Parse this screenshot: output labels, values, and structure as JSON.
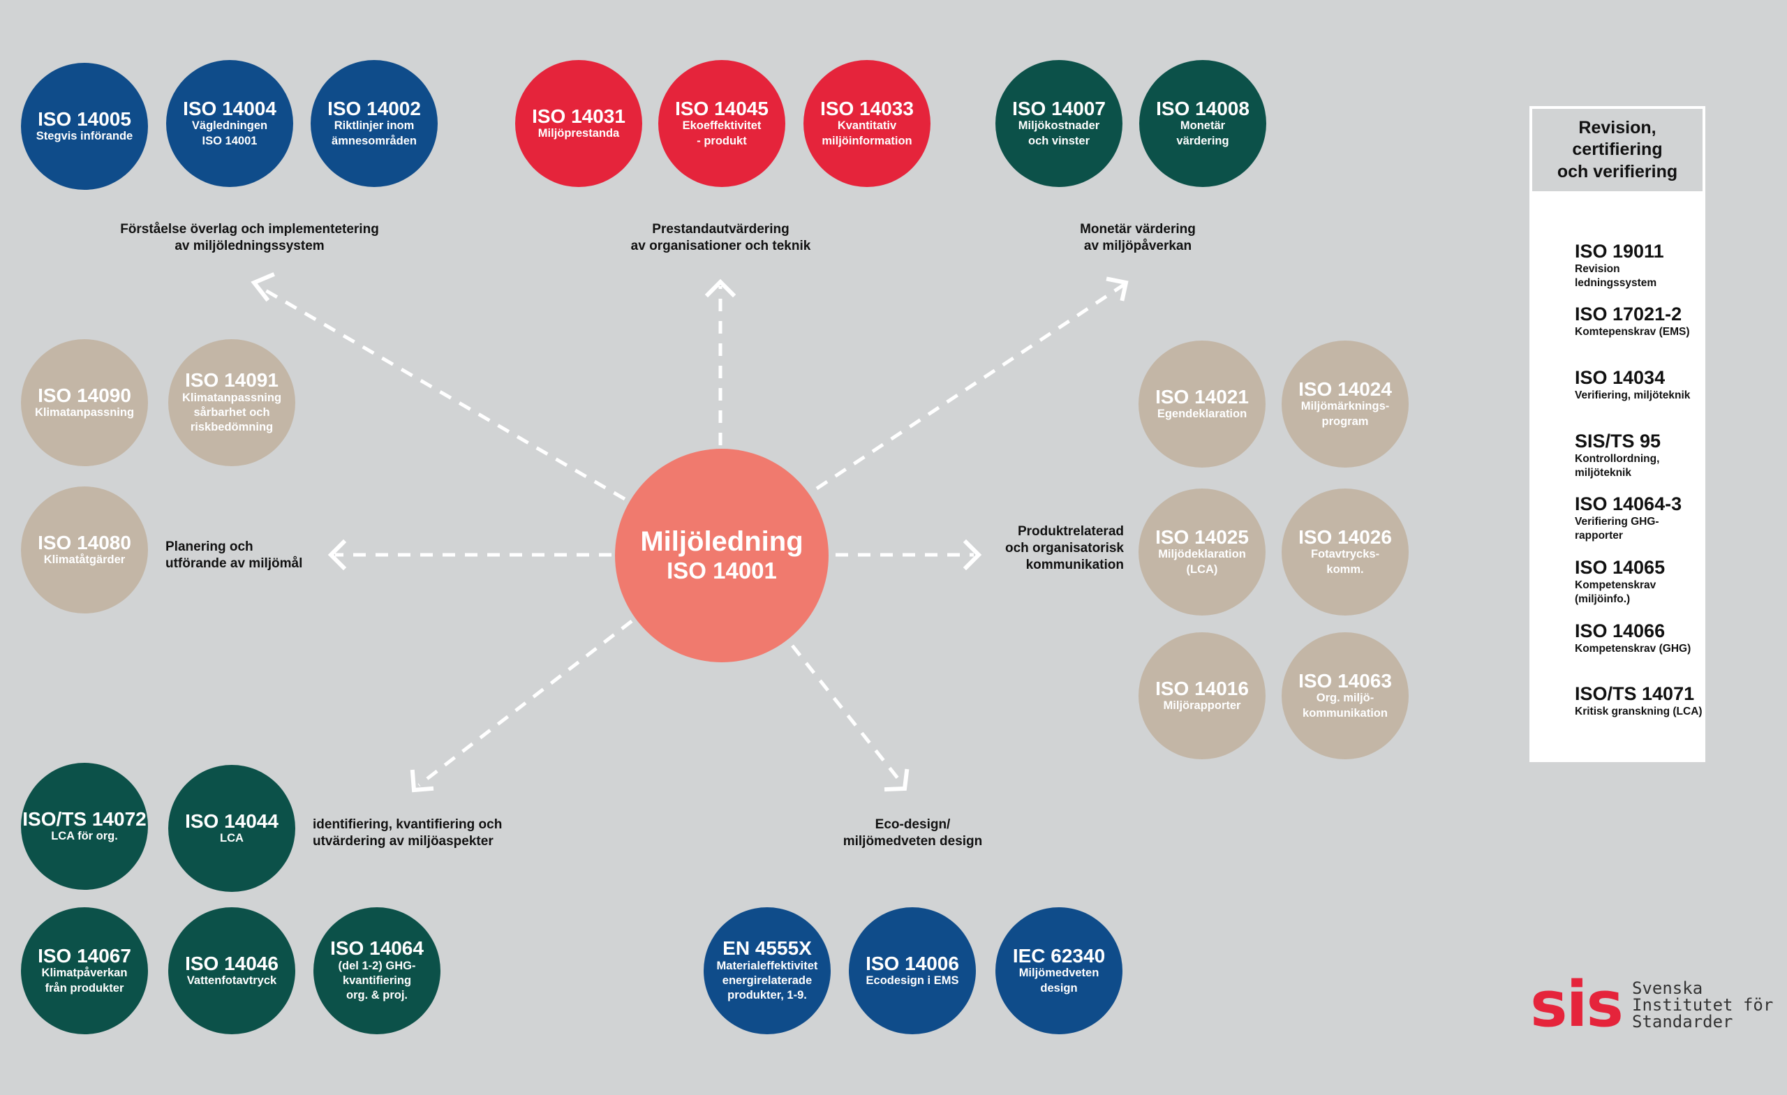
{
  "center": {
    "title": "Miljöledning",
    "subtitle": "ISO 14001"
  },
  "colors": {
    "blue": "#0f4c8a",
    "red": "#e5243b",
    "dark_green": "#0c5149",
    "tan": "#c3b6a6",
    "center": "#f07a6e",
    "background": "#d1d3d4",
    "logo": "#e5243b"
  },
  "groups": {
    "implementation": {
      "label": "Förståelse överlag  och implementetering\nav miljöledningssystem",
      "items": [
        {
          "code": "ISO 14005",
          "desc": "Stegvis införande"
        },
        {
          "code": "ISO 14004",
          "desc": "Vägledningen\nISO 14001"
        },
        {
          "code": "ISO 14002",
          "desc": "Riktlinjer inom\nämnesområden"
        }
      ]
    },
    "performance": {
      "label": "Prestandautvärdering\nav organisationer och teknik",
      "items": [
        {
          "code": "ISO 14031",
          "desc": "Miljöprestanda"
        },
        {
          "code": "ISO 14045",
          "desc": "Ekoeffektivitet\n- produkt"
        },
        {
          "code": "ISO 14033",
          "desc": "Kvantitativ\nmiljöinformation"
        }
      ]
    },
    "monetary": {
      "label": "Monetär värdering\nav miljöpåverkan",
      "items": [
        {
          "code": "ISO 14007",
          "desc": "Miljökostnader\noch vinster"
        },
        {
          "code": "ISO 14008",
          "desc": "Monetär\nvärdering"
        }
      ]
    },
    "climate": {
      "items": [
        {
          "code": "ISO 14090",
          "desc": "Klimatanpassning"
        },
        {
          "code": "ISO 14091",
          "desc": "Klimatanpassning\nsårbarhet och\nriskbedömning"
        }
      ]
    },
    "planning": {
      "label": "Planering och\nutförande av miljömål",
      "items": [
        {
          "code": "ISO 14080",
          "desc": "Klimatåtgärder"
        }
      ]
    },
    "product_comm": {
      "label": "Produktrelaterad\noch organisatorisk\nkommunikation",
      "items": [
        {
          "code": "ISO 14021",
          "desc": "Egendeklaration"
        },
        {
          "code": "ISO 14024",
          "desc": "Miljömärknings-\nprogram"
        },
        {
          "code": "ISO 14025",
          "desc": "Miljödeklaration\n(LCA)"
        },
        {
          "code": "ISO 14026",
          "desc": "Fotavtrycks-\nkomm."
        },
        {
          "code": "ISO 14016",
          "desc": "Miljörapporter"
        },
        {
          "code": "ISO 14063",
          "desc": "Org. miljö-\nkommunikation"
        }
      ]
    },
    "aspects": {
      "label": "identifiering, kvantifiering och\nutvärdering av miljöaspekter",
      "items": [
        {
          "code": "ISO/TS 14072",
          "desc": "LCA för org."
        },
        {
          "code": "ISO 14044",
          "desc": "LCA"
        },
        {
          "code": "ISO 14067",
          "desc": "Klimatpåverkan\nfrån produkter"
        },
        {
          "code": "ISO 14046",
          "desc": "Vattenfotavtryck"
        },
        {
          "code": "ISO 14064",
          "desc": "(del 1-2) GHG-\nkvantifiering\norg. & proj."
        }
      ]
    },
    "ecodesign": {
      "label": "Eco-design/\nmiljömedveten design",
      "items": [
        {
          "code": "EN 4555X",
          "desc": "Materialeffektivitet\nenergirelaterade\nprodukter, 1-9."
        },
        {
          "code": "ISO 14006",
          "desc": "Ecodesign i EMS"
        },
        {
          "code": "IEC 62340",
          "desc": "Miljömedveten\ndesign"
        }
      ]
    }
  },
  "revision": {
    "title": "Revision, certifiering\noch verifiering",
    "items": [
      {
        "code": "ISO 19011",
        "desc": "Revision ledningssystem"
      },
      {
        "code": "ISO 17021-2",
        "desc": "Komtepenskrav (EMS)"
      },
      {
        "code": "ISO 14034",
        "desc": "Verifiering, miljöteknik"
      },
      {
        "code": "SIS/TS 95",
        "desc": "Kontrollordning, miljöteknik"
      },
      {
        "code": "ISO 14064-3",
        "desc": "Verifiering GHG-rapporter"
      },
      {
        "code": "ISO 14065",
        "desc": "Kompetenskrav (miljöinfo.)"
      },
      {
        "code": "ISO 14066",
        "desc": "Kompetenskrav (GHG)"
      },
      {
        "code": "ISO/TS 14071",
        "desc": "Kritisk granskning (LCA)"
      }
    ]
  },
  "logo": {
    "mark": "sis",
    "text": "Svenska\nInstitutet för\nStandarder"
  }
}
